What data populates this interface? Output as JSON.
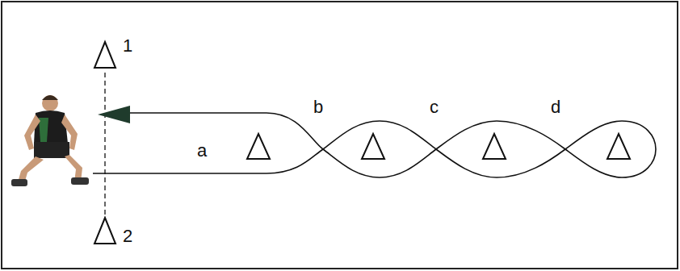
{
  "diagram": {
    "labels": [
      "1",
      "2",
      "a",
      "b",
      "c",
      "d"
    ]
  }
}
